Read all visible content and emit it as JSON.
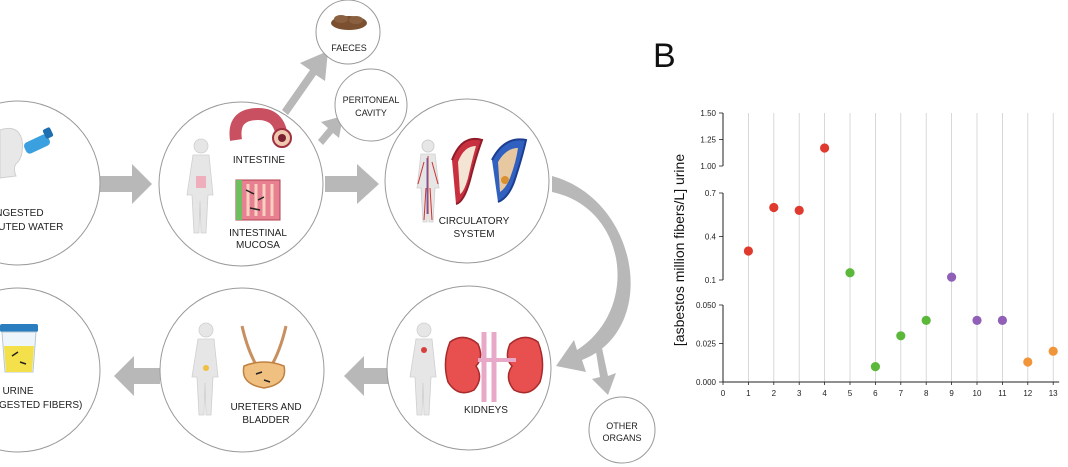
{
  "panel_label": "B",
  "diagram": {
    "nodes": {
      "ingested": {
        "line1": "INGESTED",
        "line2": "POLLUTED WATER"
      },
      "intestine": {
        "label": "INTESTINE",
        "mucosa_line1": "INTESTINAL",
        "mucosa_line2": "MUCOSA"
      },
      "faeces": {
        "label": "FAECES"
      },
      "peritoneal": {
        "line1": "PERITONEAL",
        "line2": "CAVITY"
      },
      "circulatory": {
        "line1": "CIRCULATORY",
        "line2": "SYSTEM"
      },
      "kidneys": {
        "label": "KIDNEYS"
      },
      "other_organs": {
        "line1": "OTHER",
        "line2": "ORGANS"
      },
      "ureters": {
        "line1": "URETERS AND",
        "line2": "BLADDER"
      },
      "urine": {
        "line1": "URINE",
        "line2": "(INGESTED FIBERS)"
      }
    },
    "icons": [
      "drinking-person-icon",
      "human-body-icon",
      "intestine-icon",
      "intestinal-mucosa-icon",
      "faeces-icon",
      "circulatory-system-icon",
      "blood-vessel-icon",
      "kidney-icon",
      "bladder-icon",
      "urine-cup-icon"
    ]
  },
  "chart_data": {
    "type": "scatter",
    "ylabel": "[asbestos million fibers/L] urine",
    "x_ticks": [
      0,
      1,
      2,
      3,
      4,
      5,
      6,
      7,
      8,
      9,
      10,
      11,
      12,
      13
    ],
    "y_ticks": [
      "0.000",
      "0.025",
      "0.050",
      "0.1",
      "0.4",
      "0.7",
      "1.00",
      "1.25",
      "1.50"
    ],
    "y_ranges": [
      [
        0,
        0.05
      ],
      [
        0.1,
        0.7
      ],
      [
        1.0,
        1.5
      ]
    ],
    "grid": "vertical",
    "colors": {
      "red": "#e03a2f",
      "green": "#5cb83a",
      "purple": "#9060b8",
      "orange": "#f0953a"
    },
    "points": [
      {
        "x": 1,
        "y": 0.3,
        "color": "red"
      },
      {
        "x": 2,
        "y": 0.6,
        "color": "red"
      },
      {
        "x": 3,
        "y": 0.58,
        "color": "red"
      },
      {
        "x": 4,
        "y": 1.17,
        "color": "red"
      },
      {
        "x": 5,
        "y": 0.15,
        "color": "green"
      },
      {
        "x": 6,
        "y": 0.01,
        "color": "green"
      },
      {
        "x": 7,
        "y": 0.03,
        "color": "green"
      },
      {
        "x": 8,
        "y": 0.04,
        "color": "green"
      },
      {
        "x": 9,
        "y": 0.12,
        "color": "purple"
      },
      {
        "x": 10,
        "y": 0.04,
        "color": "purple"
      },
      {
        "x": 11,
        "y": 0.04,
        "color": "purple"
      },
      {
        "x": 12,
        "y": 0.013,
        "color": "orange"
      },
      {
        "x": 13,
        "y": 0.02,
        "color": "orange"
      }
    ]
  }
}
